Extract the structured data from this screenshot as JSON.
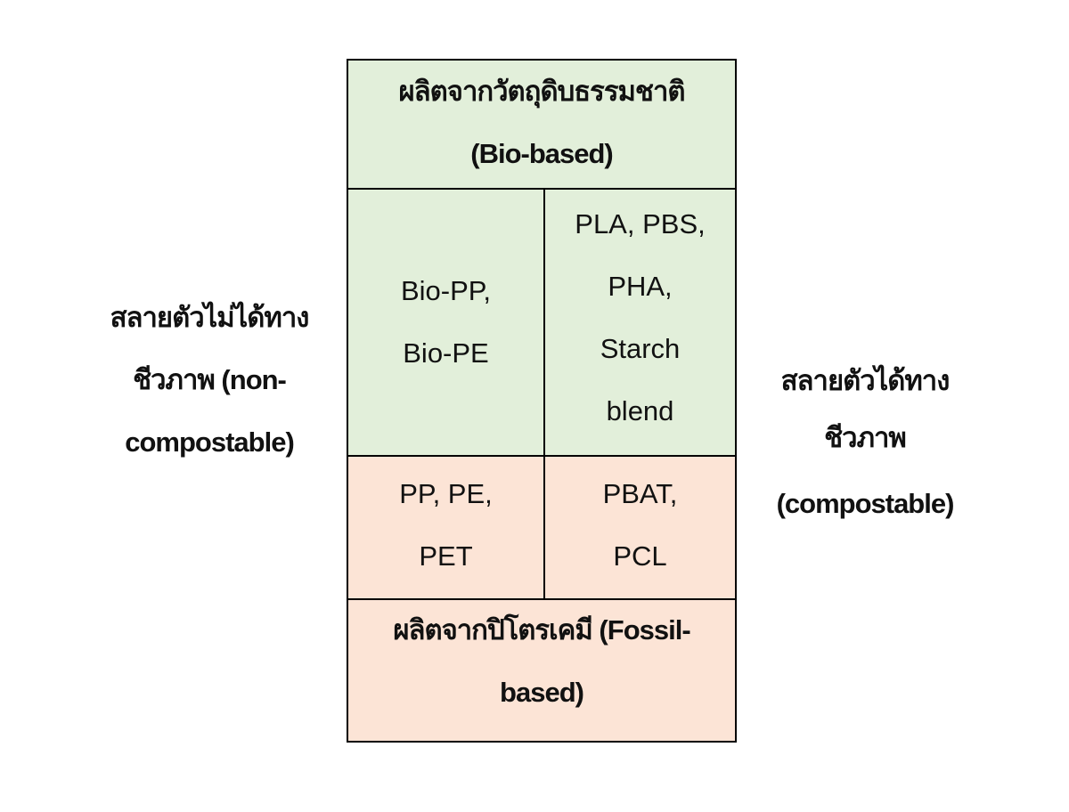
{
  "diagram": {
    "type": "2x2 classification matrix",
    "axes": {
      "vertical": {
        "top": "ผลิตจากวัตถุดิบธรรมชาติ\n(Bio-based)",
        "bottom": "ผลิตจากปิโตรเคมี (Fossil-\nbased)"
      },
      "horizontal": {
        "left": "สลายตัวไม่ได้ทาง\nชีวภาพ (non-\ncompostable)",
        "right": "สลายตัวได้ทาง\nชีวภาพ"
      }
    },
    "right_label_line3": "(compostable)",
    "cells": {
      "bio_non_compostable": "Bio-PP,\nBio-PE",
      "bio_compostable": "PLA, PBS,\nPHA,\nStarch\nblend",
      "fossil_non_compostable": "PP, PE,\nPET",
      "fossil_compostable": "PBAT,\nPCL"
    },
    "colors": {
      "bio_fill": "#e2efda",
      "fossil_fill": "#fce4d6",
      "border": "#000000"
    }
  }
}
